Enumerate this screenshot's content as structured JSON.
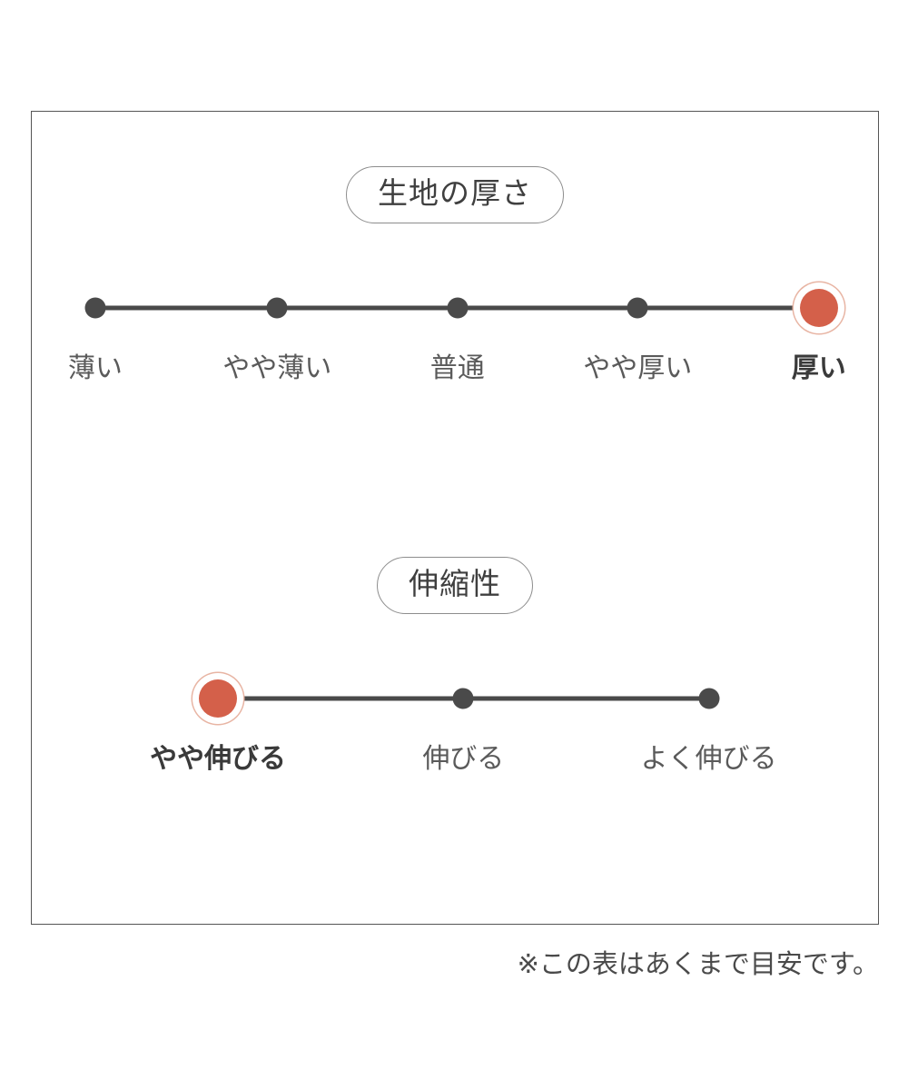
{
  "frame": {
    "border_color": "#555555"
  },
  "colors": {
    "active_dot": "#d4604a",
    "active_ring": "#e8b5a4",
    "inactive_dot": "#4a4a4a",
    "track": "#4a4a4a",
    "text": "#5a5a5a",
    "pill_border": "#8d8d8d"
  },
  "sections": [
    {
      "id": "thickness",
      "title": "生地の厚さ",
      "scale": {
        "type": "ordinal-scale",
        "count": 5,
        "active_index": 4,
        "points": [
          {
            "label": "薄い",
            "x_pct": 7.5,
            "active": false
          },
          {
            "label": "やや薄い",
            "x_pct": 29.0,
            "active": false
          },
          {
            "label": "普通",
            "x_pct": 50.3,
            "active": false
          },
          {
            "label": "やや厚い",
            "x_pct": 71.6,
            "active": false
          },
          {
            "label": "厚い",
            "x_pct": 93.0,
            "active": true
          }
        ]
      }
    },
    {
      "id": "stretch",
      "title": "伸縮性",
      "scale": {
        "type": "ordinal-scale",
        "count": 3,
        "active_index": 0,
        "points": [
          {
            "label": "やや伸びる",
            "x_pct": 22.0,
            "active": true
          },
          {
            "label": "伸びる",
            "x_pct": 51.0,
            "active": false
          },
          {
            "label": "よく伸びる",
            "x_pct": 80.0,
            "active": false
          }
        ]
      }
    }
  ],
  "footnote": "※この表はあくまで目安です。"
}
